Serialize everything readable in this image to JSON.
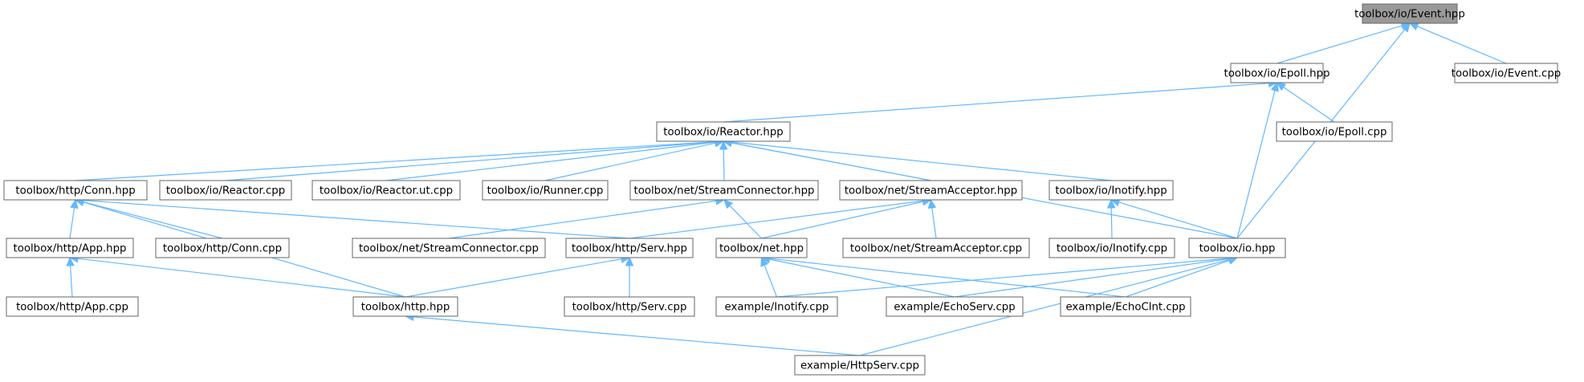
{
  "nodes": [
    {
      "id": "event_hpp",
      "label": "toolbox/io/Event.hpp",
      "root": true
    },
    {
      "id": "epoll_hpp",
      "label": "toolbox/io/Epoll.hpp"
    },
    {
      "id": "event_cpp",
      "label": "toolbox/io/Event.cpp"
    },
    {
      "id": "reactor_hpp",
      "label": "toolbox/io/Reactor.hpp"
    },
    {
      "id": "epoll_cpp",
      "label": "toolbox/io/Epoll.cpp"
    },
    {
      "id": "conn_hpp",
      "label": "toolbox/http/Conn.hpp"
    },
    {
      "id": "reactor_cpp",
      "label": "toolbox/io/Reactor.cpp"
    },
    {
      "id": "reactor_ut_cpp",
      "label": "toolbox/io/Reactor.ut.cpp"
    },
    {
      "id": "runner_cpp",
      "label": "toolbox/io/Runner.cpp"
    },
    {
      "id": "streamconnector_hpp",
      "label": "toolbox/net/StreamConnector.hpp"
    },
    {
      "id": "streamacceptor_hpp",
      "label": "toolbox/net/StreamAcceptor.hpp"
    },
    {
      "id": "inotify_hpp",
      "label": "toolbox/io/Inotify.hpp"
    },
    {
      "id": "app_hpp",
      "label": "toolbox/http/App.hpp"
    },
    {
      "id": "conn_cpp",
      "label": "toolbox/http/Conn.cpp"
    },
    {
      "id": "streamconnector_cpp",
      "label": "toolbox/net/StreamConnector.cpp"
    },
    {
      "id": "serv_hpp",
      "label": "toolbox/http/Serv.hpp"
    },
    {
      "id": "net_hpp",
      "label": "toolbox/net.hpp"
    },
    {
      "id": "streamacceptor_cpp",
      "label": "toolbox/net/StreamAcceptor.cpp"
    },
    {
      "id": "inotify_cpp",
      "label": "toolbox/io/Inotify.cpp"
    },
    {
      "id": "io_hpp",
      "label": "toolbox/io.hpp"
    },
    {
      "id": "app_cpp",
      "label": "toolbox/http/App.cpp"
    },
    {
      "id": "http_hpp",
      "label": "toolbox/http.hpp"
    },
    {
      "id": "serv_cpp",
      "label": "toolbox/http/Serv.cpp"
    },
    {
      "id": "ex_inotify_cpp",
      "label": "example/Inotify.cpp"
    },
    {
      "id": "ex_echoserv_cpp",
      "label": "example/EchoServ.cpp"
    },
    {
      "id": "ex_echoclnt_cpp",
      "label": "example/EchoClnt.cpp"
    },
    {
      "id": "ex_httpserv_cpp",
      "label": "example/HttpServ.cpp"
    }
  ],
  "edges": [
    [
      "event_hpp",
      "epoll_hpp"
    ],
    [
      "event_hpp",
      "event_cpp"
    ],
    [
      "event_hpp",
      "io_hpp"
    ],
    [
      "epoll_hpp",
      "reactor_hpp"
    ],
    [
      "epoll_hpp",
      "epoll_cpp"
    ],
    [
      "epoll_hpp",
      "io_hpp"
    ],
    [
      "reactor_hpp",
      "conn_hpp"
    ],
    [
      "reactor_hpp",
      "reactor_cpp"
    ],
    [
      "reactor_hpp",
      "reactor_ut_cpp"
    ],
    [
      "reactor_hpp",
      "runner_cpp"
    ],
    [
      "reactor_hpp",
      "streamconnector_hpp"
    ],
    [
      "reactor_hpp",
      "streamacceptor_hpp"
    ],
    [
      "reactor_hpp",
      "inotify_hpp"
    ],
    [
      "reactor_hpp",
      "io_hpp"
    ],
    [
      "conn_hpp",
      "app_hpp"
    ],
    [
      "conn_hpp",
      "conn_cpp"
    ],
    [
      "conn_hpp",
      "serv_hpp"
    ],
    [
      "conn_hpp",
      "http_hpp"
    ],
    [
      "app_hpp",
      "app_cpp"
    ],
    [
      "app_hpp",
      "http_hpp"
    ],
    [
      "streamconnector_hpp",
      "streamconnector_cpp"
    ],
    [
      "streamconnector_hpp",
      "net_hpp"
    ],
    [
      "streamacceptor_hpp",
      "serv_hpp"
    ],
    [
      "streamacceptor_hpp",
      "net_hpp"
    ],
    [
      "streamacceptor_hpp",
      "streamacceptor_cpp"
    ],
    [
      "inotify_hpp",
      "inotify_cpp"
    ],
    [
      "inotify_hpp",
      "io_hpp"
    ],
    [
      "serv_hpp",
      "http_hpp"
    ],
    [
      "serv_hpp",
      "serv_cpp"
    ],
    [
      "net_hpp",
      "ex_inotify_cpp"
    ],
    [
      "net_hpp",
      "ex_echoserv_cpp"
    ],
    [
      "net_hpp",
      "ex_echoclnt_cpp"
    ],
    [
      "io_hpp",
      "ex_inotify_cpp"
    ],
    [
      "io_hpp",
      "ex_echoserv_cpp"
    ],
    [
      "io_hpp",
      "ex_echoclnt_cpp"
    ],
    [
      "io_hpp",
      "ex_httpserv_cpp"
    ],
    [
      "http_hpp",
      "ex_httpserv_cpp"
    ]
  ],
  "colors": {
    "edge": "#63b8ff",
    "node_border": "#666666",
    "root_fill": "#999999",
    "node_fill": "#ffffff"
  }
}
